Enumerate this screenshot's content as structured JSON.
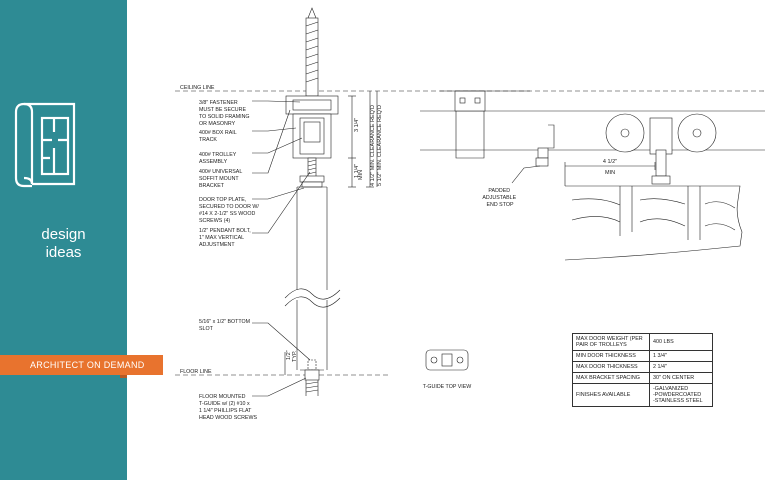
{
  "sidebar": {
    "title_line1": "design",
    "title_line2": "ideas",
    "logo_icon": "blueprint-floorplan-icon",
    "background": "#2e8b94"
  },
  "banner": {
    "label": "ARCHITECT ON DEMAND",
    "color": "#e8732e"
  },
  "labels": {
    "ceiling_line": "CEILING LINE",
    "floor_line": "FLOOR LINE",
    "fastener": [
      "3/8\" FASTENER",
      "MUST BE SECURE",
      "TO SOLID FRAMING",
      "OR MASONRY"
    ],
    "box_rail": [
      "400# BOX RAIL",
      "TRACK"
    ],
    "trolley": [
      "400# TROLLEY",
      "ASSEMBLY"
    ],
    "soffit": [
      "400# UNIVERSAL",
      "SOFFIT MOUNT",
      "BRACKET"
    ],
    "top_plate": [
      "DOOR TOP PLATE,",
      "SECURED TO DOOR W/",
      "#14 X 2-1/2\" SS WOOD",
      "SCREWS (4)"
    ],
    "pendant": [
      "1/2\" PENDANT BOLT,",
      "1\" MAX VERTICAL",
      "ADJUSTMENT"
    ],
    "bottom_slot": [
      "5/16\" x 1/2\" BOTTOM",
      "SLOT"
    ],
    "floor_guide": [
      "FLOOR MOUNTED",
      "T-GUIDE w/ (2) #10 x",
      "1 1/4\" PHILLIPS FLAT",
      "HEAD WOOD SCREWS"
    ],
    "end_stop": [
      "PADDED",
      "ADJUSTABLE",
      "END STOP"
    ],
    "t_guide_view": "T-GUIDE TOP VIEW"
  },
  "dims": {
    "d1": "3 1/4\"",
    "d2": "1 1/4\"",
    "d3": "MIN",
    "clear1": "4 1/2\" MIN. CLEARANCE REQ'D",
    "clear2": "5 1/2\" MIN. CLEARANCE REQ'D",
    "bottom": "1/2\"",
    "bottom_typ": "TYP.",
    "side": "4 1/2\"",
    "side_min": "MIN"
  },
  "spec_table": [
    [
      "MAX DOOR WEIGHT (PER PAIR OF TROLLEYS",
      "400 LBS"
    ],
    [
      "MIN DOOR THICKNESS",
      "1 3/4\""
    ],
    [
      "MAX DOOR THICKNESS",
      "2 1/4\""
    ],
    [
      "MAX BRACKET SPACING",
      "30\" ON CENTER"
    ],
    [
      "FINISHES AVAILABLE",
      "-GALVANIZED\n-POWDERCOATED\n-STAINLESS STEEL"
    ]
  ]
}
